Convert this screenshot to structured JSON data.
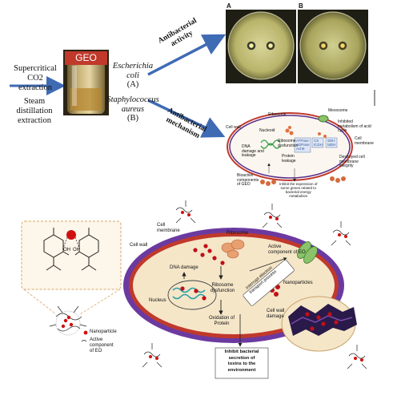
{
  "top": {
    "extraction_methods": {
      "supercritical_line1": "Supercritical",
      "supercritical_line2": "CO2",
      "supercritical_line3": "extraction",
      "steam_line1": "Steam",
      "steam_line2": "distillation",
      "steam_line3": "extraction"
    },
    "jar_label": "GEO",
    "bacteria": {
      "ecoli_line1": "Escherichia",
      "ecoli_line2": "coli",
      "ecoli_tag": "(A)",
      "saureus_line1": "Staphylococcus",
      "saureus_line2": "aureus",
      "saureus_tag": "(B)"
    },
    "arrows": {
      "activity_line1": "Antibacterial",
      "activity_line2": "activity",
      "mechanism_line1": "Antibacterial",
      "mechanism_line2": "mechanism"
    },
    "plates": {
      "a_label": "A",
      "b_label": "B"
    },
    "mini_mechanism": {
      "ribosome": "Ribosome",
      "mesosome": "Mesosome",
      "cell_wall": "Cell wall",
      "nucleoid": "Nucleoid",
      "inhibited_line1": "Inhibited",
      "inhibited_line2": "metabolism of acid",
      "inhibited_line3": "cycle",
      "cell_line": "Cell",
      "membrane_line": "membrane",
      "dna_line1": "DNA",
      "dna_line2": "damage and",
      "dna_line3": "leakage",
      "ribosome_dys_line1": "Ribosome",
      "ribosome_dys_line2": "dysfunction",
      "protein_line1": "Protein",
      "protein_line2": "leakage",
      "box1_line1": "ATPase",
      "box1_line2": "ADPase",
      "box1_line3": "AchE",
      "box2_line1": "CS",
      "box2_line2": "ICDH",
      "box3_line1": "SDH",
      "box3_line2": "MDH",
      "destroyed_line1": "Destroyed cell",
      "destroyed_line2": "membrane",
      "destroyed_line3": "integrity",
      "bioactive_line1": "Bioactive",
      "bioactive_line2": "components",
      "bioactive_line3": "of GEO",
      "inhibit_line1": "Inhibit the expression of",
      "inhibit_line2": "some genes related to",
      "inhibit_line3": "bacterial energy",
      "inhibit_line4": "metabolism"
    }
  },
  "bottom": {
    "molecule": {
      "oh1": "OH",
      "oh2": "OH",
      "nanoparticle_label": "Nanoparticle",
      "active_line1": "Active",
      "active_line2": "component",
      "active_line3": "of EO"
    },
    "cell": {
      "cell_membrane_line1": "Cell",
      "cell_membrane_line2": "membrane",
      "cell_wall": "Cell wall",
      "ribosome": "Ribosome",
      "active_line1": "Active",
      "active_line2": "component of EO",
      "dna_damage": "DNA damage",
      "nucleus": "Nucleus",
      "ribosome_dys_line1": "Ribosome",
      "ribosome_dys_line2": "dysfunction",
      "oxidation_line1": "Oxidation of",
      "oxidation_line2": "Protein",
      "interrupt_line1": "Interrupt electron",
      "interrupt_line2": "transport process",
      "nanoparticles": "Nanoparticles",
      "cell_wall_damage_line1": "Cell wall",
      "cell_wall_damage_line2": "damage",
      "inhibit_line1": "Inhibit bacterial",
      "inhibit_line2": "secretion of",
      "inhibit_line3": "toxins to the",
      "inhibit_line4": "environment"
    }
  },
  "colors": {
    "arrow_blue": "#3f6bb5",
    "jar_label_bg": "#c0392b",
    "cell_wall_purple": "#5a2d8c",
    "cell_membrane_red": "#c0392b",
    "cytoplasm": "#f5e6c8",
    "nanoparticle_red": "#d01010",
    "ribosome_orange": "#e8a070"
  }
}
